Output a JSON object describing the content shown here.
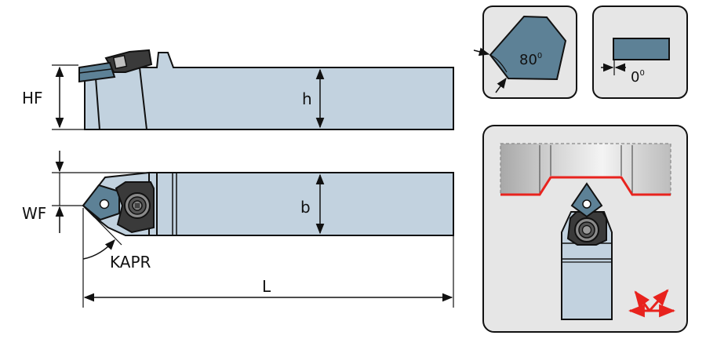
{
  "labels": {
    "hf": "HF",
    "h": "h",
    "wf": "WF",
    "b": "b",
    "kapr": "KAPR",
    "l": "L"
  },
  "insert_detail": {
    "angle_value": "80",
    "angle_sup": "0"
  },
  "clearance_detail": {
    "angle_value": "0",
    "angle_sup": "0"
  },
  "colors": {
    "body_fill": "#c2d2df",
    "insert_fill": "#5d8196",
    "panel_bg": "#e6e6e6",
    "outline": "#111111",
    "red_accent": "#e8231e",
    "dark_clamp": "#3a3a3a"
  }
}
